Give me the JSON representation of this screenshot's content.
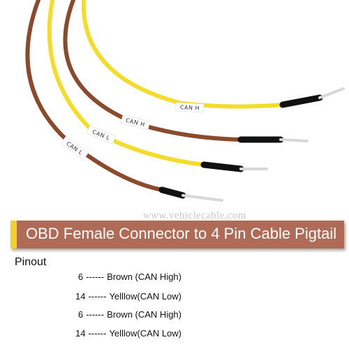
{
  "image": {
    "sleeve_labels": [
      "CAN H",
      "CAN H",
      "CAN L",
      "CAN L"
    ],
    "watermark": "www.vehiclecable.com",
    "colors": {
      "brown_wire": "#8a4a2c",
      "yellow_wire": "#f3dd2a",
      "heat_shrink": "#111111",
      "pin": "#d8d8d8",
      "banner": "#b06b56",
      "banner_accent": "#f2d12b"
    }
  },
  "title": "OBD Female Connector to 4 Pin Cable Pigtail",
  "pinout": {
    "heading": "Pinout",
    "rows": [
      {
        "pin": "6",
        "separator": "------",
        "description": "Brown (CAN High)"
      },
      {
        "pin": "14",
        "separator": "------",
        "description": "Yelllow(CAN Low)"
      },
      {
        "pin": "6",
        "separator": "------",
        "description": "Brown (CAN High)"
      },
      {
        "pin": "14",
        "separator": "------",
        "description": "Yelllow(CAN Low)"
      }
    ]
  }
}
